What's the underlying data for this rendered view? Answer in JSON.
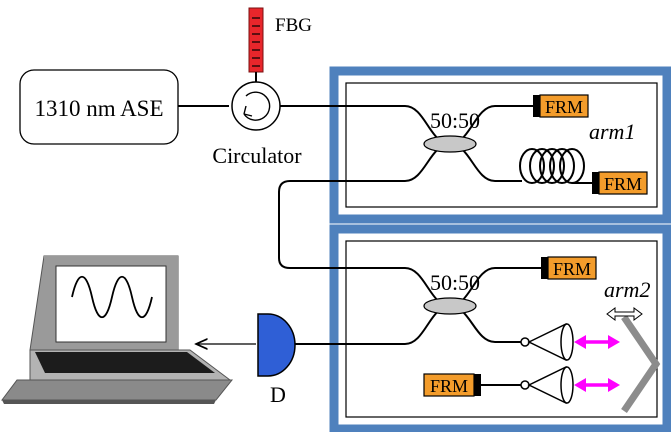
{
  "source": {
    "label": "1310 nm ASE"
  },
  "fbg": {
    "label": "FBG",
    "color": "#e8262b"
  },
  "circulator": {
    "label": "Circulator"
  },
  "interferometer1": {
    "coupler_label": "50:50",
    "frm_top_label": "FRM",
    "frm_bottom_label": "FRM",
    "arm_label": "arm1"
  },
  "interferometer2": {
    "coupler_label": "50:50",
    "frm_top_label": "FRM",
    "frm_bottom_label": "FRM",
    "arm_label": "arm2"
  },
  "detector": {
    "label": "D",
    "color": "#2f5fd6"
  },
  "laptop": {
    "screen_waveform": "sine"
  },
  "colors": {
    "panel_border": "#4f81bd",
    "frm_fill": "#f39c2b",
    "coupler_fill": "#c8c8c8",
    "mirror_arrow": "#ff00ff",
    "mirror": "#8c8c8c"
  }
}
